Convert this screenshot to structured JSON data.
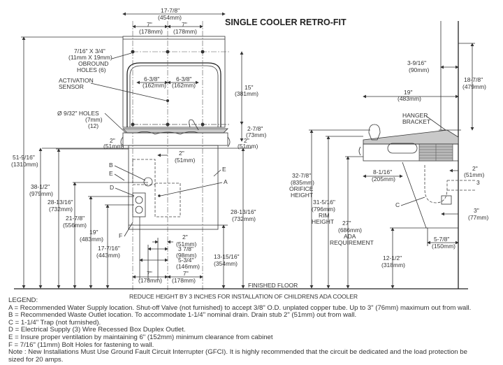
{
  "title": "SINGLE COOLER RETRO-FIT",
  "front_view": {
    "overall_width": {
      "inch": "17-7/8\"",
      "mm": "(454mm)"
    },
    "top_left_width": {
      "inch": "7\"",
      "mm": "(178mm)"
    },
    "top_right_width": {
      "inch": "7\"",
      "mm": "(178mm)"
    },
    "obround_holes": [
      "7/16\" X 3/4\"",
      "(11mm X 19mm)",
      "OBROUND",
      "HOLES (6)"
    ],
    "activation_sensor": [
      "ACTIVATION",
      "SENSOR"
    ],
    "sensor_left": {
      "inch": "6-3/8\"",
      "mm": "(162mm)"
    },
    "sensor_right": {
      "inch": "6-3/8\"",
      "mm": "(162mm)"
    },
    "bracket_height": {
      "inch": "15\"",
      "mm": "(381mm)"
    },
    "small_holes": [
      "Ø 9/32\" HOLES",
      "(7mm)",
      "(12)"
    ],
    "top_offset": {
      "inch": "2-7/8\"",
      "mm": "(73mm)"
    },
    "left_2in": {
      "inch": "2\"",
      "mm": "(51mm)"
    },
    "right_2in": {
      "inch": "2\"",
      "mm": "(51mm)"
    },
    "center_2in": {
      "inch": "2\"",
      "mm": "(51mm)"
    },
    "overall_height": {
      "inch": "51-9/16\"",
      "mm": "(1310mm)"
    },
    "height_38": {
      "inch": "38-1/2\"",
      "mm": "(979mm)"
    },
    "height_28_left": {
      "inch": "28-13/16\"",
      "mm": "(732mm)"
    },
    "height_28_right": {
      "inch": "28-13/16\"",
      "mm": "(732mm)"
    },
    "height_21": {
      "inch": "21-7/8\"",
      "mm": "(556mm)"
    },
    "height_19": {
      "inch": "19\"",
      "mm": "(483mm)"
    },
    "height_17": {
      "inch": "17-7/16\"",
      "mm": "(443mm)"
    },
    "height_13": {
      "inch": "13-15/16\"",
      "mm": "(354mm)"
    },
    "bottom_2in": {
      "inch": "2\"",
      "mm": "(51mm)"
    },
    "bottom_3_7_8": {
      "inch": "3 7/8\"",
      "mm": "(98mm)"
    },
    "bottom_5_3_4": {
      "inch": "5-3/4\"",
      "mm": "(146mm)"
    },
    "bottom_left_7": {
      "inch": "7\"",
      "mm": "(178mm)"
    },
    "bottom_right_7": {
      "inch": "7\"",
      "mm": "(178mm)"
    },
    "labels": {
      "a": "A",
      "b": "B",
      "d": "D",
      "e_left": "E",
      "e_right": "E",
      "f": "F"
    },
    "finished_floor": "FINISHED FLOOR"
  },
  "side_view": {
    "wall_offset": {
      "inch": "3-9/16\"",
      "mm": "(90mm)"
    },
    "depth": {
      "inch": "19\"",
      "mm": "(483mm)"
    },
    "bracket_height": {
      "inch": "18-7/8\"",
      "mm": "(479mm)"
    },
    "hanger_bracket": [
      "HANGER",
      "BRACKET"
    ],
    "orifice_height": {
      "inch": "32-7/8\"",
      "mm": "(835mm)",
      "lines": [
        "ORIFICE",
        "HEIGHT"
      ]
    },
    "rim_height": {
      "inch": "31-5/16\"",
      "mm": "(796mm)",
      "lines": [
        "RIM",
        "HEIGHT"
      ]
    },
    "ada": {
      "inch": "27\"",
      "mm": "(686mm)",
      "lines": [
        "ADA",
        "REQUIREMENT"
      ]
    },
    "knee": {
      "inch": "8-1/16\"",
      "mm": "(205mm)"
    },
    "drain_out": {
      "inch": "2\"",
      "mm": "(51mm)"
    },
    "supply_out": {
      "inch": "3\"",
      "mm": "(77mm)"
    },
    "bottom_depth": {
      "inch": "5-7/8\"",
      "mm": "(150mm)"
    },
    "bottom_height": {
      "inch": "12-1/2\"",
      "mm": "(318mm)"
    },
    "labels": {
      "c": "C",
      "three": "3"
    }
  },
  "reduce_note": "REDUCE HEIGHT BY 3 INCHES FOR INSTALLATION OF CHILDRENS ADA COOLER",
  "legend": {
    "heading": "LEGEND:",
    "items": [
      "A = Recommended Water Supply location. Shut-off Valve (not furnished) to accept 3/8\" O.D. unplated copper tube. Up to 3\" (76mm) maximum out from wall.",
      "B = Recommended Waste Outlet location. To accommodate 1-1/4\" nominal drain. Drain stub 2\" (51mm) out from wall.",
      "C = 1-1/4\" Trap (not furnished).",
      "D = Electrical Supply (3) Wire Recessed Box Duplex Outlet.",
      "E = Insure proper ventilation by maintaining 6\" (152mm) minimum clearance from cabinet",
      "F = 7/16\" (11mm) Bolt Holes for fastening to wall.",
      "Note : New Installations Must Use Ground Fault Circuit Interrupter (GFCI). It is highly recommended that the circuit be dedicated and the load protection be",
      "sized for 20 amps."
    ]
  }
}
